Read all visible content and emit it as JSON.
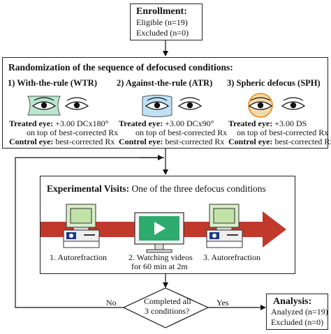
{
  "enrollment": {
    "title": "Enrollment:",
    "eligible": "Eligible (n=19)",
    "excluded": "Excluded (n=0)"
  },
  "randomization": {
    "title": "Randomization of the sequence of defocused conditions:",
    "conditions": [
      {
        "heading": "1) With-the-rule (WTR)",
        "treated_label": "Treated eye:",
        "treated_value": "+3.00 DCx180°",
        "treated_line2": "on top of best-corrected Rx",
        "control_label": "Control eye:",
        "control_value": "best-corrected Rx",
        "lens_color": "#b9e6cf"
      },
      {
        "heading": "2) Against-the-rule (ATR)",
        "treated_label": "Treated eye:",
        "treated_value": "+3.00 DCx90°",
        "treated_line2": "on top of best-corrected Rx",
        "control_label": "Control eye:",
        "control_value": "best-corrected Rx",
        "lens_color": "#bfe0f5"
      },
      {
        "heading": "3) Spheric defocus (SPH)",
        "treated_label": "Treated eye:",
        "treated_value": "+3.00 DS",
        "treated_line2": "on top of best-corrected Rx",
        "control_label": "Control eye:",
        "control_value": "best-corrected Rx",
        "lens_color": "#f6d9a8"
      }
    ]
  },
  "visits": {
    "title_bold": "Experimental Visits:",
    "title_rest": " One of the three defocus conditions",
    "arrow_color": "#c0392b",
    "steps": [
      {
        "line1": "1. Autorefraction",
        "line2": ""
      },
      {
        "line1": "2. Watching videos",
        "line2": "for 60 min at 2m"
      },
      {
        "line1": "3. Autorefraction",
        "line2": ""
      }
    ],
    "screen_color": "#2eab6f"
  },
  "decision": {
    "line1": "Completed all",
    "line2": "3 conditions?",
    "no": "No",
    "yes": "Yes"
  },
  "analysis": {
    "title": "Analysis:",
    "analyzed": "Analyzed (n=19)",
    "excluded": "Excluded (n=0)"
  }
}
